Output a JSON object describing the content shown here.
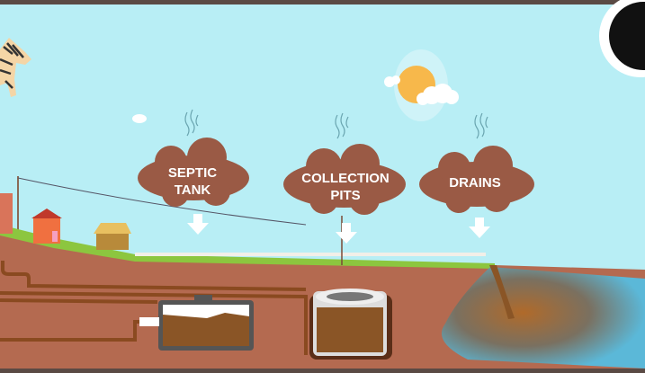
{
  "labels": {
    "septic": [
      "SEPTIC",
      "TANK"
    ],
    "collection": [
      "COLLECTION",
      "PITS"
    ],
    "drains": [
      "DRAINS"
    ]
  },
  "colors": {
    "sky": "#b8eef5",
    "cloud": "#9a5a45",
    "soil": "#b46a50",
    "grass": "#8cc63f",
    "sun": "#f7b84b",
    "water": "#5bb8d8",
    "sludge": "#8a5526"
  }
}
